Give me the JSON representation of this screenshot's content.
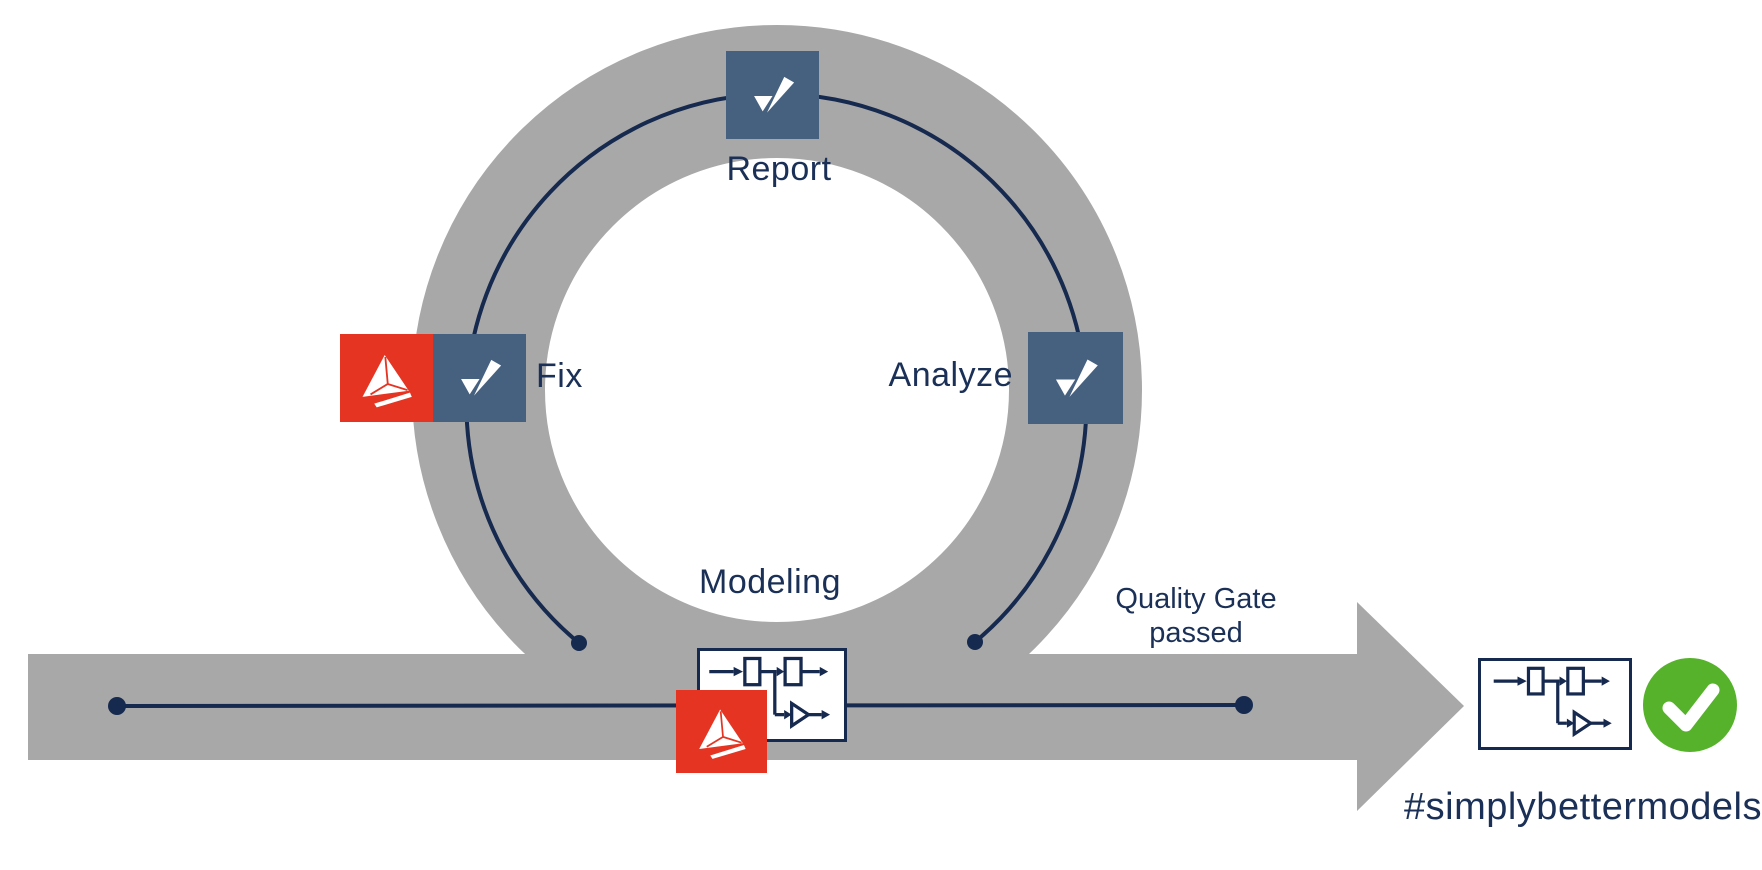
{
  "loop": {
    "stages": [
      {
        "label": "Report"
      },
      {
        "label": "Fix"
      },
      {
        "label": "Analyze"
      },
      {
        "label": "Modeling"
      }
    ],
    "quality_gate": {
      "line1": "Quality Gate",
      "line2": "passed"
    },
    "hashtag": "#simplybettermodels",
    "icons": {
      "blue_square": "check-flag-icon",
      "red_square": "pyramid-triangle-icon",
      "model_box": "block-diagram-icon",
      "result": "green-check-circle-icon"
    },
    "colors": {
      "band_gray": "#a8a8a8",
      "navy_line": "#16294e",
      "text_navy": "#1b3057",
      "icon_blue": "#46617f",
      "icon_red": "#e53522",
      "check_green": "#56b22b"
    }
  }
}
